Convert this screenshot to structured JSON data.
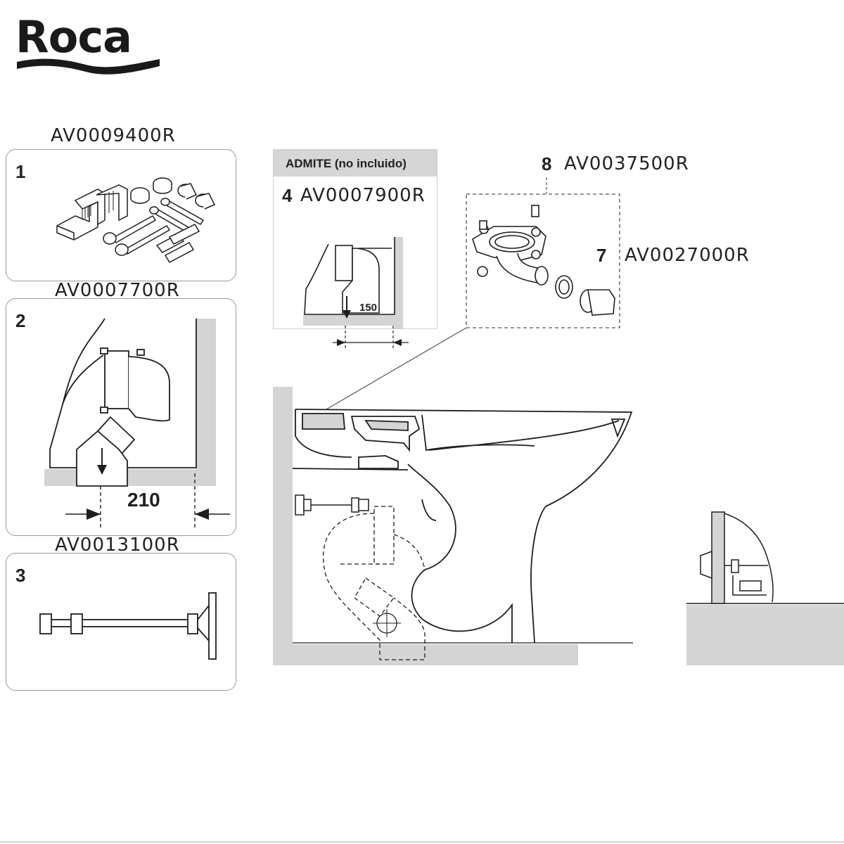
{
  "brand": {
    "logo_text": "Roca"
  },
  "parts": [
    {
      "number": "1",
      "code": "AV0009400R",
      "description": "fixing kit"
    },
    {
      "number": "2",
      "code": "AV0007700R",
      "dimension": "210"
    },
    {
      "number": "3",
      "code": "AV0013100R"
    },
    {
      "number": "4",
      "code": "AV0007900R",
      "dimension": "150"
    },
    {
      "number": "7",
      "code": "AV0027000R"
    },
    {
      "number": "8",
      "code": "AV0037500R"
    }
  ],
  "admite": {
    "label": "ADMITE (no incluido)"
  },
  "colors": {
    "line": "#1e1e1e",
    "wall_gray": "#d4d4d4",
    "box_border": "#9a9a9a",
    "header_gray": "#d6d6d6"
  }
}
